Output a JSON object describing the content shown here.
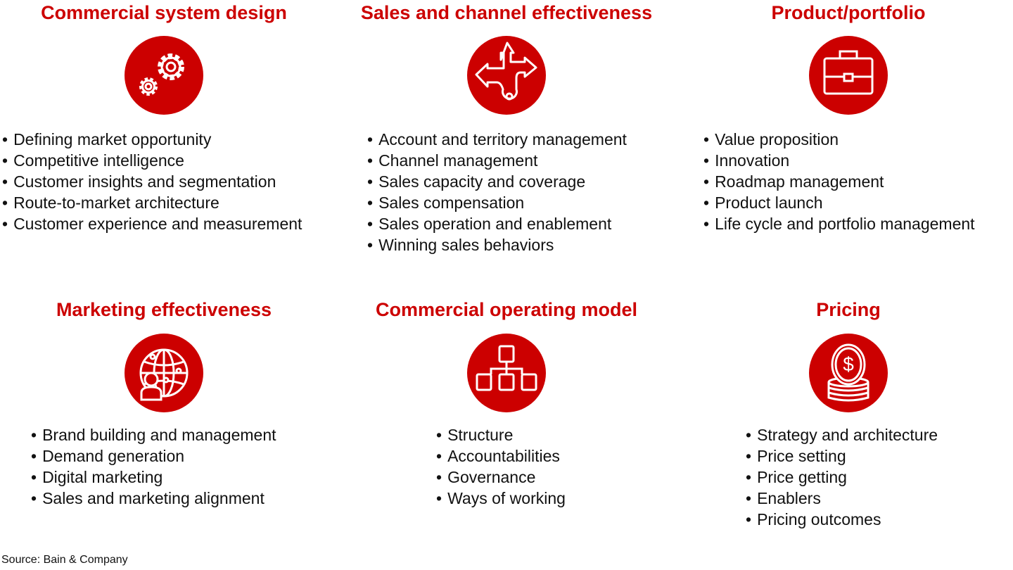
{
  "accent_color": "#cc0000",
  "sections": [
    {
      "title": "Commercial system design",
      "icon": "gears-icon",
      "items": [
        "Defining market opportunity",
        "Competitive intelligence",
        "Customer insights and segmentation",
        "Route-to-market architecture",
        "Customer experience and measurement"
      ]
    },
    {
      "title": "Sales and channel effectiveness",
      "icon": "diverging-arrows-icon",
      "items": [
        "Account and territory management",
        "Channel management",
        "Sales capacity and coverage",
        "Sales compensation",
        "Sales operation and enablement",
        "Winning sales behaviors"
      ]
    },
    {
      "title": "Product/portfolio",
      "icon": "briefcase-icon",
      "items": [
        "Value proposition",
        "Innovation",
        "Roadmap management",
        "Product launch",
        "Life cycle and portfolio management"
      ]
    },
    {
      "title": "Marketing effectiveness",
      "icon": "globe-person-icon",
      "items": [
        "Brand building and management",
        "Demand generation",
        "Digital marketing",
        "Sales and marketing alignment"
      ]
    },
    {
      "title": "Commercial operating model",
      "icon": "org-chart-icon",
      "items": [
        "Structure",
        "Accountabilities",
        "Governance",
        "Ways of working"
      ]
    },
    {
      "title": "Pricing",
      "icon": "dollar-coins-icon",
      "items": [
        "Strategy and architecture",
        "Price setting",
        "Price getting",
        "Enablers",
        "Pricing outcomes"
      ]
    }
  ],
  "source": "Source: Bain & Company"
}
